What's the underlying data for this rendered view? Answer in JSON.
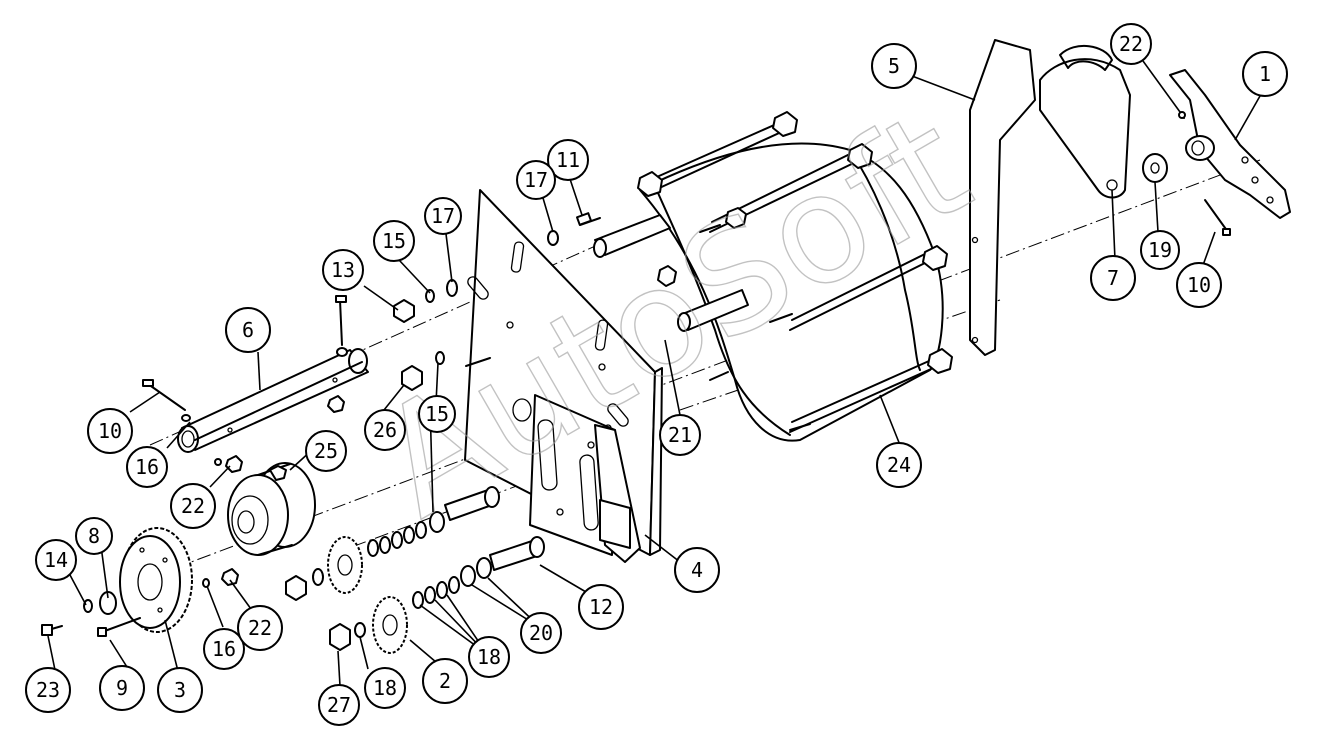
{
  "watermark": "AutoSoft",
  "callouts": [
    {
      "id": "c1",
      "label": "1"
    },
    {
      "id": "c2",
      "label": "2"
    },
    {
      "id": "c3",
      "label": "3"
    },
    {
      "id": "c4",
      "label": "4"
    },
    {
      "id": "c5",
      "label": "5"
    },
    {
      "id": "c6",
      "label": "6"
    },
    {
      "id": "c7",
      "label": "7"
    },
    {
      "id": "c8",
      "label": "8"
    },
    {
      "id": "c9",
      "label": "9"
    },
    {
      "id": "c10a",
      "label": "10"
    },
    {
      "id": "c10b",
      "label": "10"
    },
    {
      "id": "c11",
      "label": "11"
    },
    {
      "id": "c12",
      "label": "12"
    },
    {
      "id": "c13",
      "label": "13"
    },
    {
      "id": "c14",
      "label": "14"
    },
    {
      "id": "c15a",
      "label": "15"
    },
    {
      "id": "c15b",
      "label": "15"
    },
    {
      "id": "c16a",
      "label": "16"
    },
    {
      "id": "c16b",
      "label": "16"
    },
    {
      "id": "c17a",
      "label": "17"
    },
    {
      "id": "c17b",
      "label": "17"
    },
    {
      "id": "c18a",
      "label": "18"
    },
    {
      "id": "c18b",
      "label": "18"
    },
    {
      "id": "c19",
      "label": "19"
    },
    {
      "id": "c20",
      "label": "20"
    },
    {
      "id": "c21",
      "label": "21"
    },
    {
      "id": "c22a",
      "label": "22"
    },
    {
      "id": "c22b",
      "label": "22"
    },
    {
      "id": "c22c",
      "label": "22"
    },
    {
      "id": "c23",
      "label": "23"
    },
    {
      "id": "c24",
      "label": "24"
    },
    {
      "id": "c25",
      "label": "25"
    },
    {
      "id": "c26",
      "label": "26"
    },
    {
      "id": "c27",
      "label": "27"
    }
  ]
}
